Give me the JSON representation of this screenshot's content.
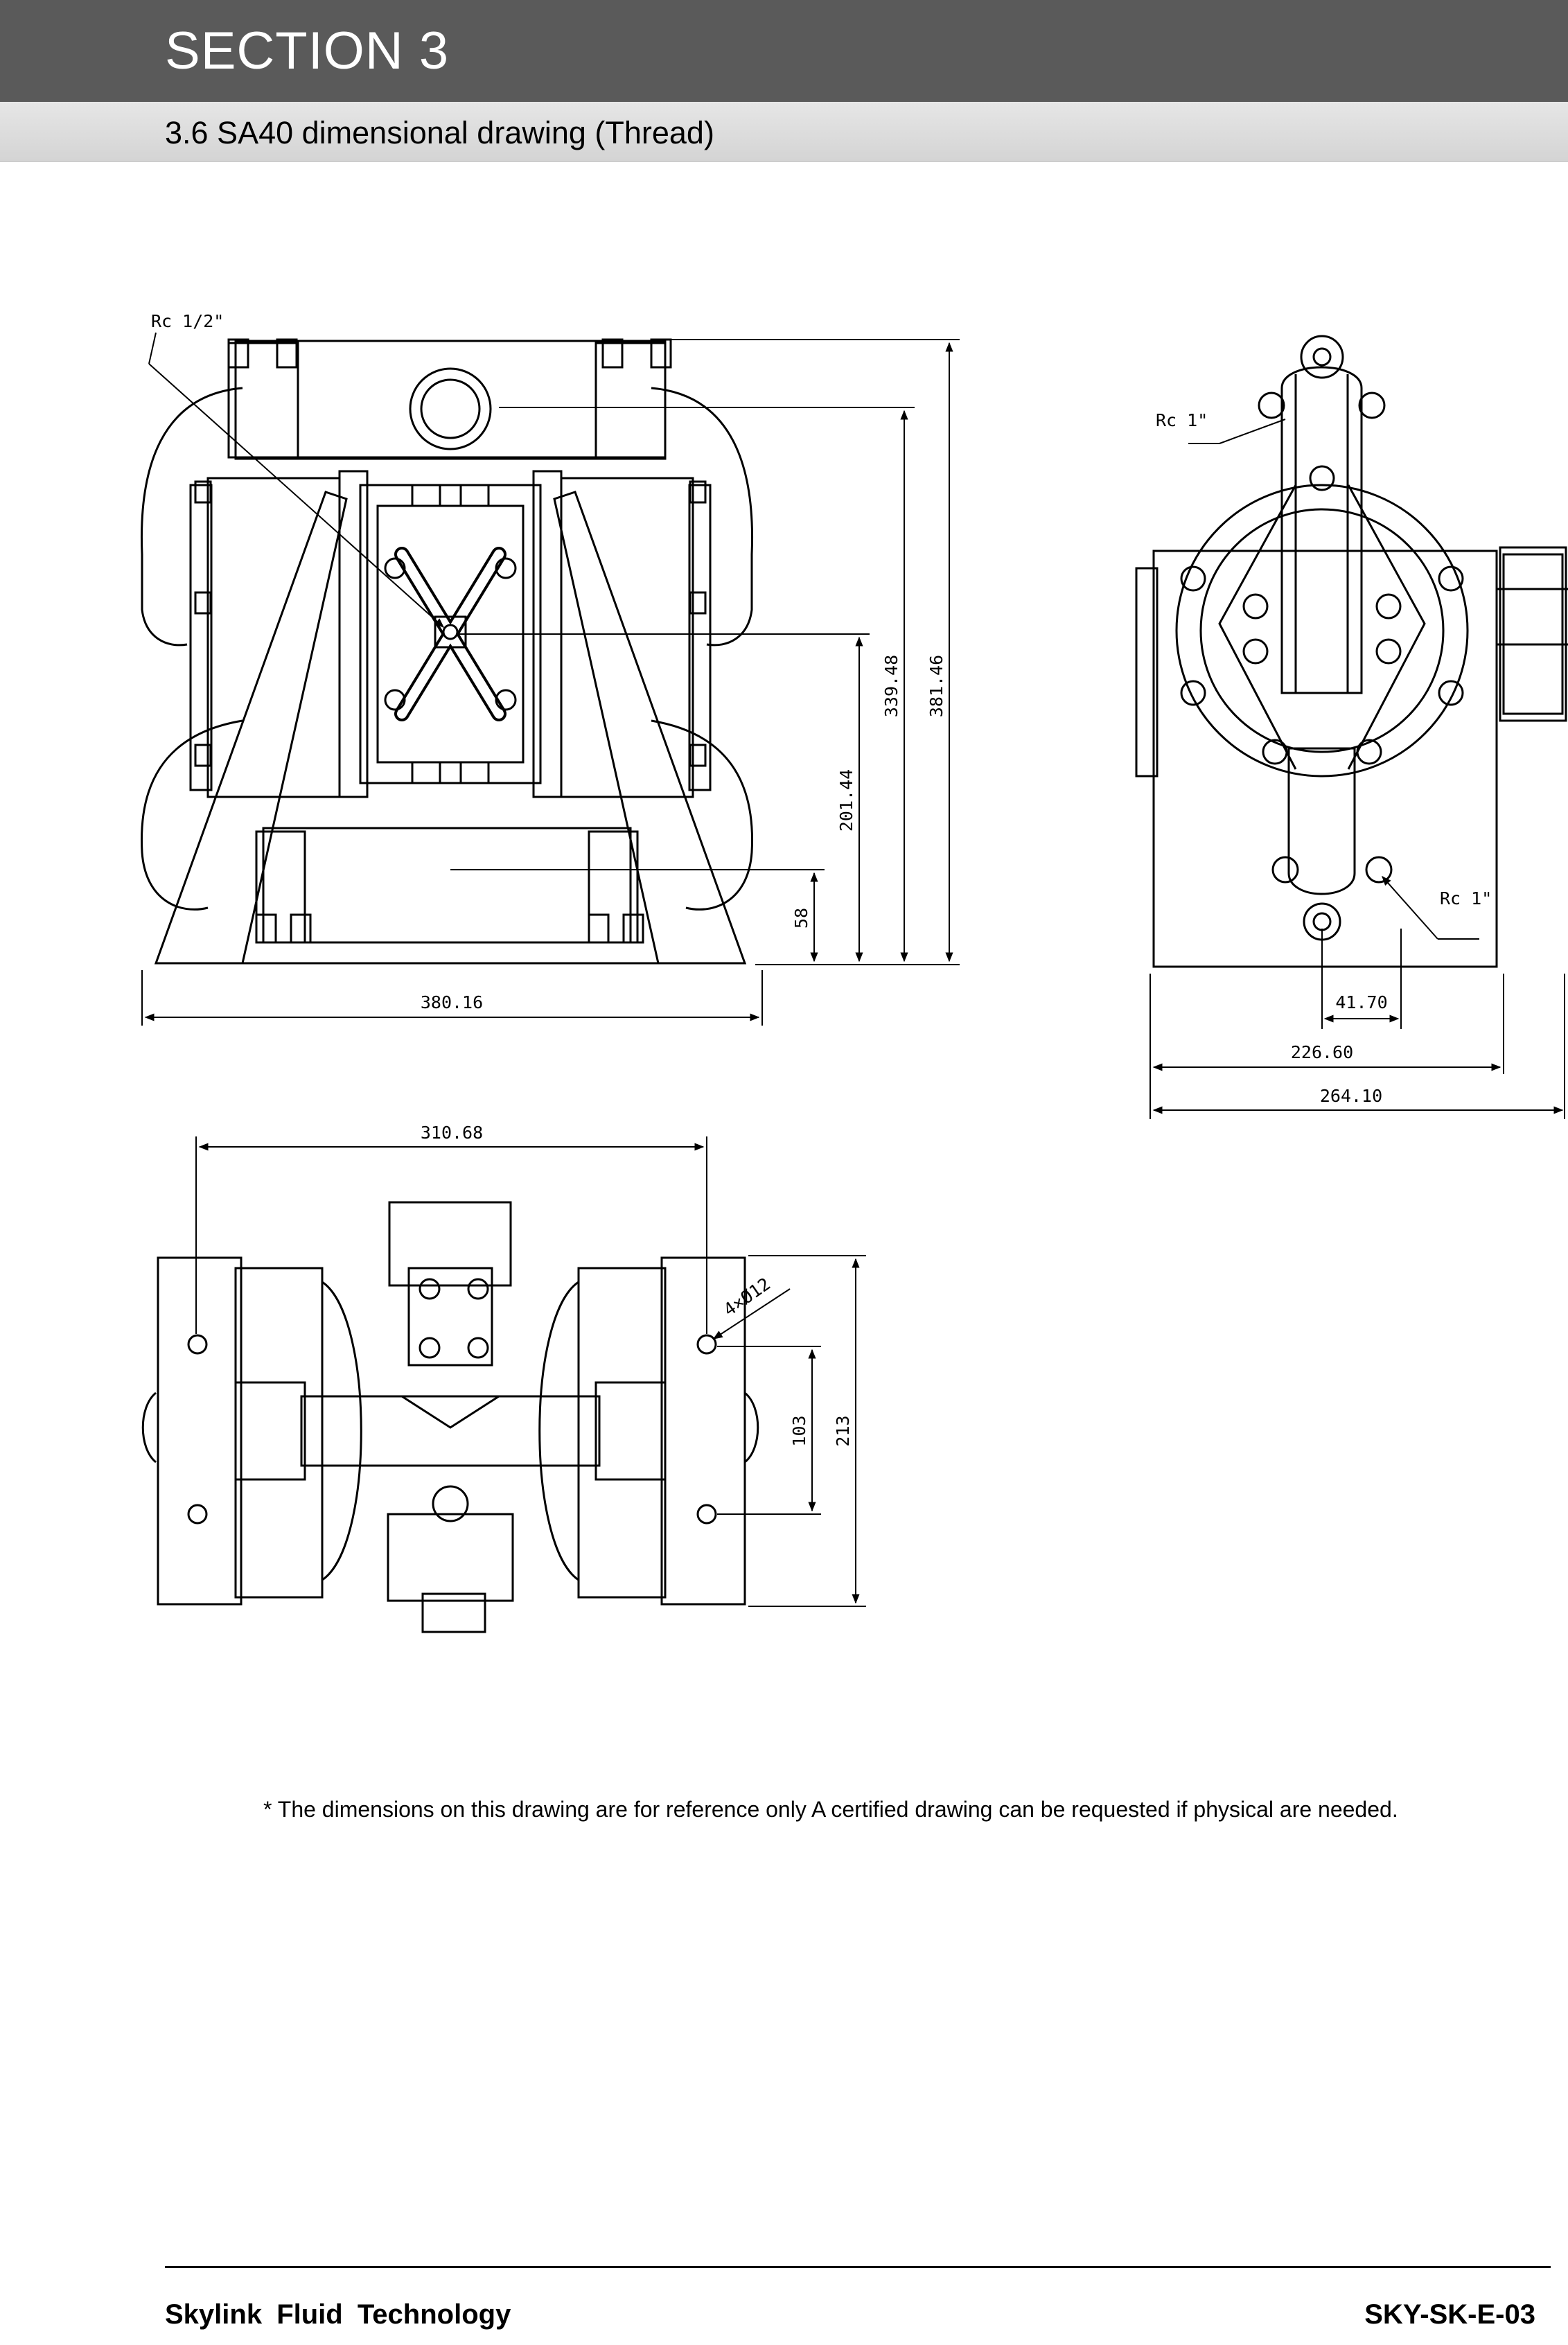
{
  "header": {
    "section": "SECTION 3",
    "subtitle": "3.6 SA40 dimensional drawing (Thread)"
  },
  "drawing": {
    "front": {
      "air_inlet": "Rc 1/2\"",
      "height_total": "381.46",
      "height_outlet": "339.48",
      "height_center": "201.44",
      "height_inlet": "58",
      "width": "380.16"
    },
    "side": {
      "outlet": "Rc 1\"",
      "inlet": "Rc 1\"",
      "offset": "41.70",
      "width_inner": "226.60",
      "width_outer": "264.10"
    },
    "bottom": {
      "hole_span": "310.68",
      "holes": "4×Ø12",
      "depth_inner": "103",
      "depth_outer": "213"
    }
  },
  "note": "* The dimensions  on this drawing are for reference only  A certified drawing can be requested if physical are needed.",
  "footer": {
    "company": "Skylink  Fluid  Technology",
    "code": "SKY-SK-E-03"
  }
}
